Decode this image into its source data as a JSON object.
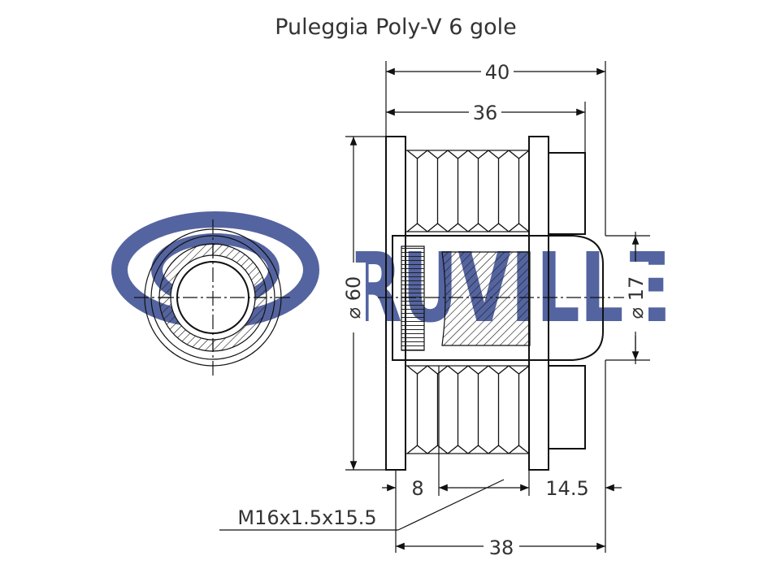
{
  "title": "Puleggia Poly-V 6 gole",
  "watermark": {
    "text": "RUVILLE",
    "color": "#3d4f93"
  },
  "dimensions": {
    "overall_length": "40",
    "body_length": "36",
    "outer_diameter": "⌀ 60",
    "bore_diameter": "⌀ 17",
    "left_offset": "8",
    "right_offset": "14.5",
    "thread_spec": "M16x1.5x15.5",
    "bottom_length": "38"
  },
  "colors": {
    "line": "#111111",
    "hatch": "#222222",
    "text": "#333333"
  }
}
